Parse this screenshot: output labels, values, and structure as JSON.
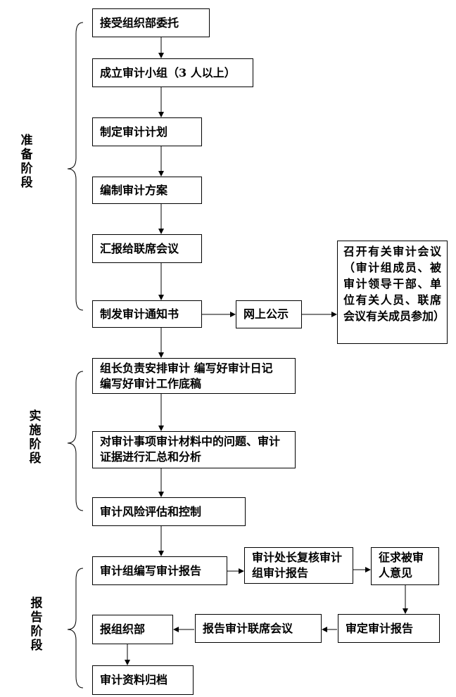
{
  "stages": {
    "prep": "准\n备\n阶\n段",
    "impl": "实\n施\n阶\n段",
    "report": "报\n告\n阶\n段"
  },
  "steps": {
    "s1": "接受组织部委托",
    "s2": "成立审计小组（3 人以上）",
    "s3": "制定审计计划",
    "s4": "编制审计方案",
    "s5": "汇报给联席会议",
    "s6": "制发审计通知书",
    "online": "网上公示",
    "meeting": "召开有关审计会议（审计组成员、被审计领导干部、单位有关人员、联席会议有关成员参加）",
    "s7": "组长负责安排审计  编写好审计日记  编写好审计工作底稿",
    "s8": "对审计事项审计材料中的问题、审计证据进行汇总和分析",
    "s9": "审计风险评估和控制",
    "r1": "审计组编写审计报告",
    "r2": "审计处长复核审计组审计报告",
    "r3": "征求被审人意见",
    "r4": "审定审计报告",
    "r5": "报告审计联席会议",
    "r6": "报组织部",
    "r7": "审计资料归档"
  }
}
